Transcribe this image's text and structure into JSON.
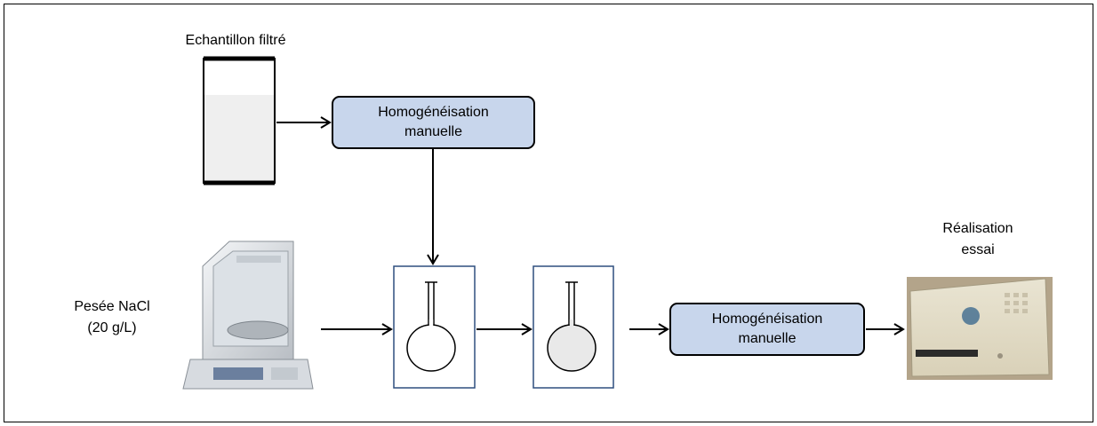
{
  "labels": {
    "sample": "Echantillon filtré",
    "weighing_line1": "Pesée NaCl",
    "weighing_line2": "(20 g/L)",
    "test_line1": "Réalisation",
    "test_line2": "essai"
  },
  "boxes": {
    "homogenization_top": {
      "line1": "Homogénéisation",
      "line2": "manuelle"
    },
    "homogenization_bottom": {
      "line1": "Homogénéisation",
      "line2": "manuelle"
    }
  },
  "colors": {
    "process_box_fill": "#c8d6ec",
    "frame_border": "#1f3864",
    "arrow": "#000000"
  }
}
